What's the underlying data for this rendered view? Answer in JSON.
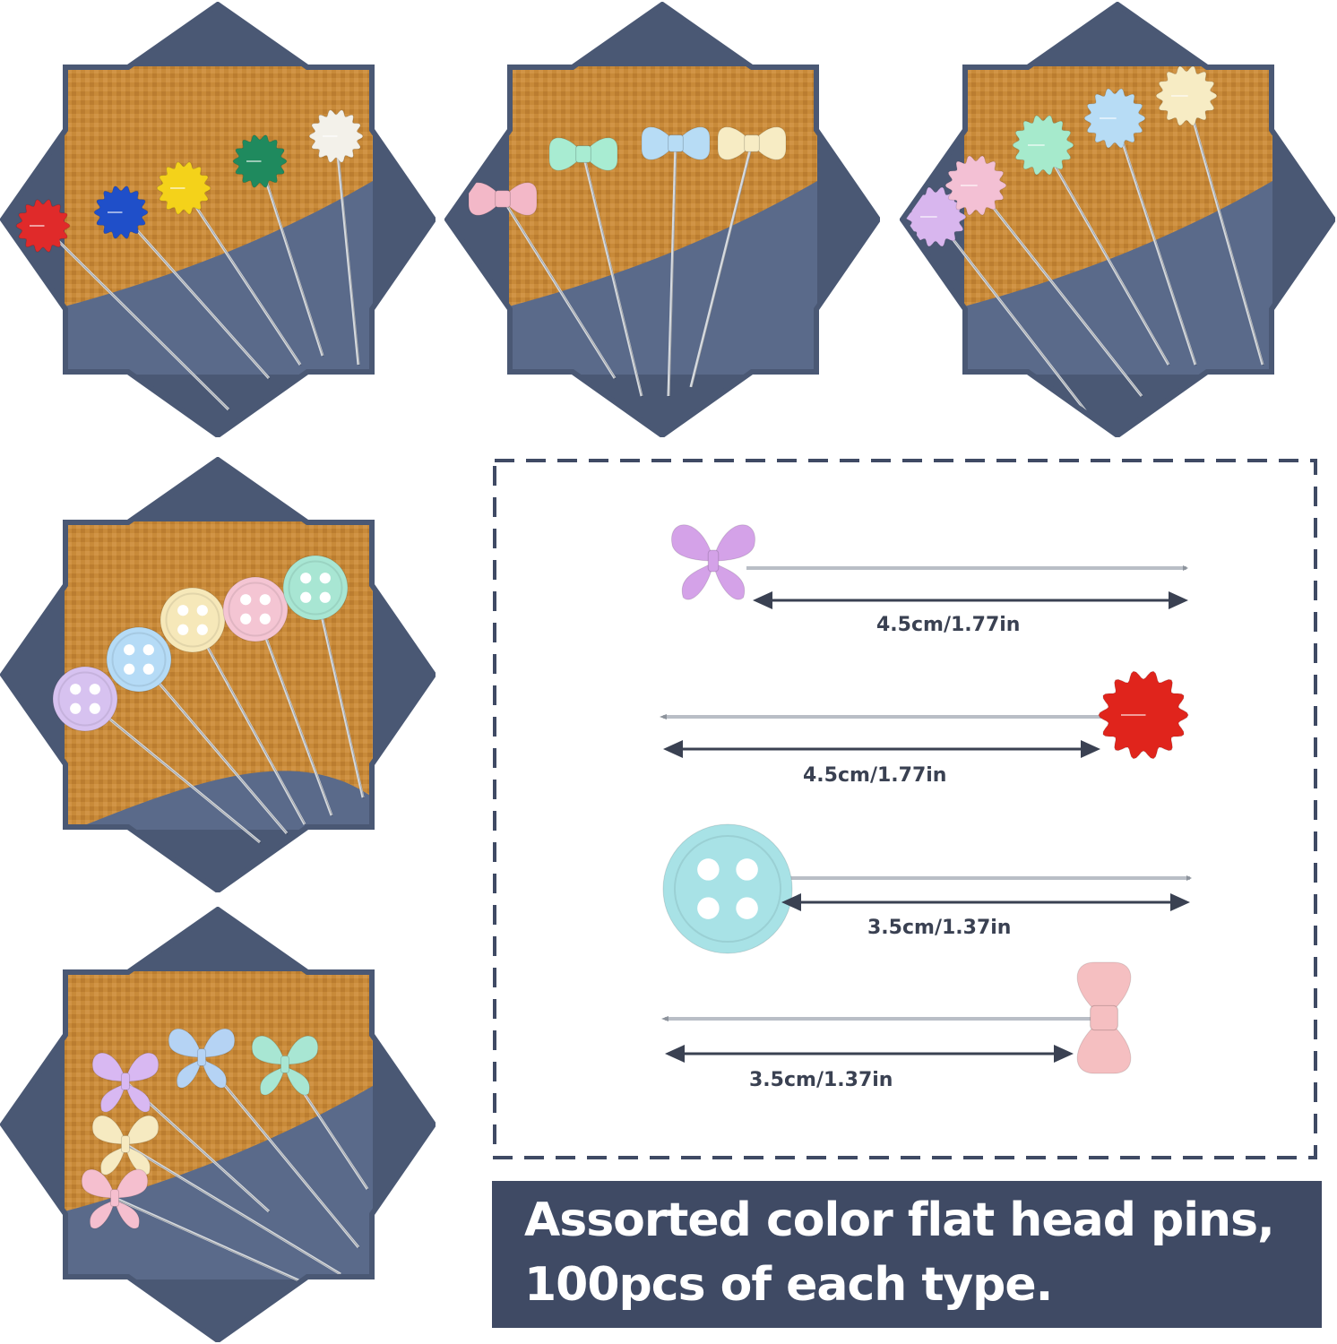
{
  "colors": {
    "slate_blue": "#4a5874",
    "mustard_fabric": "#c98a3a",
    "pin_steel": "#b9bec6",
    "dashed_border": "#3f4a64",
    "banner_bg": "#3f4a64",
    "banner_text": "#ffffff",
    "dim_text": "#3a4152"
  },
  "photo_tiles": [
    {
      "name": "flower-pins-bright",
      "head_shape": "flower",
      "head_colors": [
        "#e02a2a",
        "#1f4fc9",
        "#f4d21a",
        "#1f8a5e",
        "#f3f1ea"
      ]
    },
    {
      "name": "bow-pins-pastel",
      "head_shape": "bow",
      "head_colors": [
        "#f3b8c8",
        "#a8ecd2",
        "#b7dcf5",
        "#f7ecc4"
      ]
    },
    {
      "name": "flower-pins-pastel",
      "head_shape": "flower",
      "head_colors": [
        "#d8b6ee",
        "#f3c0d4",
        "#a6eacc",
        "#b7dcf5",
        "#f7ecc4"
      ]
    },
    {
      "name": "button-pins-pastel",
      "head_shape": "button",
      "head_colors": [
        "#d7c2f0",
        "#b5dbf6",
        "#f6e8b9",
        "#f4c5d3",
        "#a8e6d3"
      ]
    },
    {
      "name": "butterfly-pins-pastel",
      "head_shape": "butterfly",
      "head_colors": [
        "#d8b8f2",
        "#b5d3f4",
        "#a8e6d3",
        "#f6eac1",
        "#f5bfcf"
      ]
    }
  ],
  "size_guide": {
    "items": [
      {
        "name": "butterfly-pin",
        "head_shape": "butterfly",
        "head_color": "#d4a2e8",
        "length_label": "4.5cm/1.77in"
      },
      {
        "name": "flower-pin",
        "head_shape": "flower",
        "head_color": "#e0241c",
        "length_label": "4.5cm/1.77in"
      },
      {
        "name": "button-pin",
        "head_shape": "button",
        "head_color": "#a8e2e6",
        "length_label": "3.5cm/1.37in"
      },
      {
        "name": "bow-pin",
        "head_shape": "bow",
        "head_color": "#f5bfc1",
        "length_label": "3.5cm/1.37in"
      }
    ]
  },
  "banner": {
    "line1": "Assorted color flat head pins,",
    "line2": "100pcs of each type."
  }
}
